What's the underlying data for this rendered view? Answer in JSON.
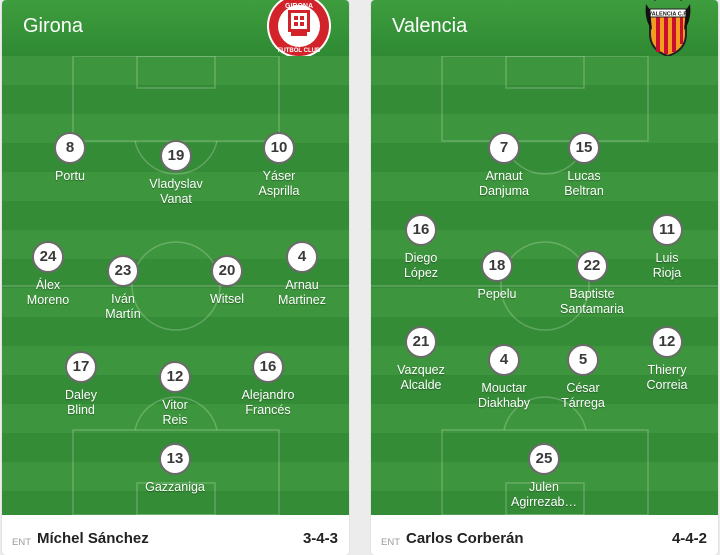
{
  "home": {
    "team_name": "Girona",
    "crest_text_top": "GIRONA",
    "crest_text_bottom": "FUTBOL CLUB",
    "colors": {
      "primary": "#d2232a",
      "secondary": "#ffffff"
    },
    "coach_label": "ENT",
    "coach": "Míchel Sánchez",
    "formation": "3-4-3",
    "players": [
      {
        "number": "8",
        "name": "Portu"
      },
      {
        "number": "19",
        "name": "Vladyslav\nVanat"
      },
      {
        "number": "10",
        "name": "Yáser\nAsprilla"
      },
      {
        "number": "24",
        "name": "Álex\nMoreno"
      },
      {
        "number": "23",
        "name": "Iván\nMartín"
      },
      {
        "number": "20",
        "name": "Witsel"
      },
      {
        "number": "4",
        "name": "Arnau\nMartinez"
      },
      {
        "number": "17",
        "name": "Daley\nBlind"
      },
      {
        "number": "12",
        "name": "Vitor\nReis"
      },
      {
        "number": "16",
        "name": "Alejandro\nFrancés"
      },
      {
        "number": "13",
        "name": "Gazzaniga"
      }
    ]
  },
  "away": {
    "team_name": "Valencia",
    "crest_text": "VALENCIA C.F.",
    "colors": {
      "primary": "#f39c1f",
      "secondary": "#000000"
    },
    "coach_label": "ENT",
    "coach": "Carlos Corberán",
    "formation": "4-4-2",
    "players": [
      {
        "number": "7",
        "name": "Arnaut\nDanjuma"
      },
      {
        "number": "15",
        "name": "Lucas\nBeltran"
      },
      {
        "number": "16",
        "name": "Diego\nLópez"
      },
      {
        "number": "18",
        "name": "Pepelu"
      },
      {
        "number": "22",
        "name": "Baptiste\nSantamaria"
      },
      {
        "number": "11",
        "name": "Luis\nRioja"
      },
      {
        "number": "21",
        "name": "Vazquez\nAlcalde"
      },
      {
        "number": "4",
        "name": "Mouctar\nDiakhaby"
      },
      {
        "number": "5",
        "name": "César\nTárrega"
      },
      {
        "number": "12",
        "name": "Thierry\nCorreia"
      },
      {
        "number": "25",
        "name": "Julen\nAgirrezab…"
      }
    ]
  }
}
